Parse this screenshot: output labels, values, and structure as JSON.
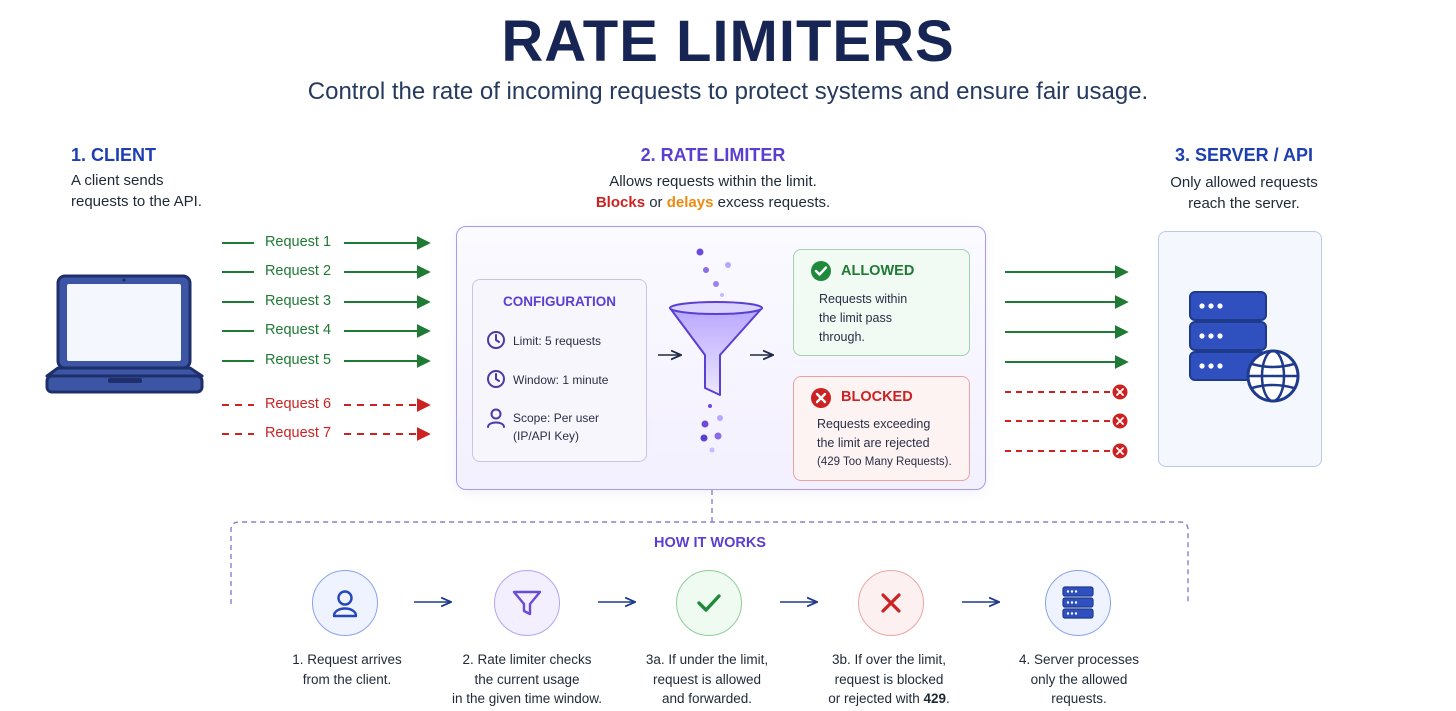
{
  "title": "RATE LIMITERS",
  "subtitle": "Control the rate of incoming requests to protect systems and ensure fair usage.",
  "client": {
    "heading": "1. CLIENT",
    "desc_line1": "A client sends",
    "desc_line2": "requests to the API."
  },
  "limiter": {
    "heading": "2. RATE LIMITER",
    "desc_line1": "Allows requests within the limit.",
    "blocks_word": "Blocks",
    "or_word": " or ",
    "delays_word": "delays",
    "desc_line2_rest": " excess requests."
  },
  "server": {
    "heading": "3. SERVER / API",
    "desc_line1": "Only allowed requests",
    "desc_line2": "reach the server."
  },
  "requests": [
    {
      "label": "Request 1",
      "status": "allowed"
    },
    {
      "label": "Request 2",
      "status": "allowed"
    },
    {
      "label": "Request 3",
      "status": "allowed"
    },
    {
      "label": "Request 4",
      "status": "allowed"
    },
    {
      "label": "Request 5",
      "status": "allowed"
    },
    {
      "label": "Request 6",
      "status": "blocked"
    },
    {
      "label": "Request 7",
      "status": "blocked"
    }
  ],
  "configuration": {
    "title": "CONFIGURATION",
    "limit": "Limit: 5 requests",
    "window": "Window: 1 minute",
    "scope_line1": "Scope: Per user",
    "scope_line2": "(IP/API Key)"
  },
  "allowed": {
    "title": "ALLOWED",
    "line1": "Requests within",
    "line2": "the limit pass",
    "line3": "through."
  },
  "blocked": {
    "title": "BLOCKED",
    "line1": "Requests exceeding",
    "line2": "the limit are rejected",
    "line3": "(429 Too Many Requests)."
  },
  "how_it_works": {
    "title": "HOW IT WORKS",
    "steps": [
      {
        "line1": "1. Request arrives",
        "line2": "from the client.",
        "line3": "",
        "icon": "user-icon"
      },
      {
        "line1": "2. Rate limiter checks",
        "line2": "the current usage",
        "line3": "in the given time window.",
        "icon": "funnel-icon"
      },
      {
        "line1": "3a. If under the limit,",
        "line2": "request is allowed",
        "line3": "and forwarded.",
        "icon": "check-icon"
      },
      {
        "line1": "3b. If over the limit,",
        "line2": "request is blocked",
        "line3": "or rejected with ",
        "line3_bold": "429",
        "line3_end": ".",
        "icon": "x-icon"
      },
      {
        "line1": "4. Server processes",
        "line2": "only the allowed",
        "line3": "requests.",
        "icon": "server-icon"
      }
    ]
  },
  "colors": {
    "navy": "#172554",
    "blue": "#1e3fb0",
    "purple": "#5b3fd0",
    "green": "#1f7a35",
    "red": "#cc2222",
    "orange": "#ee8a10"
  }
}
